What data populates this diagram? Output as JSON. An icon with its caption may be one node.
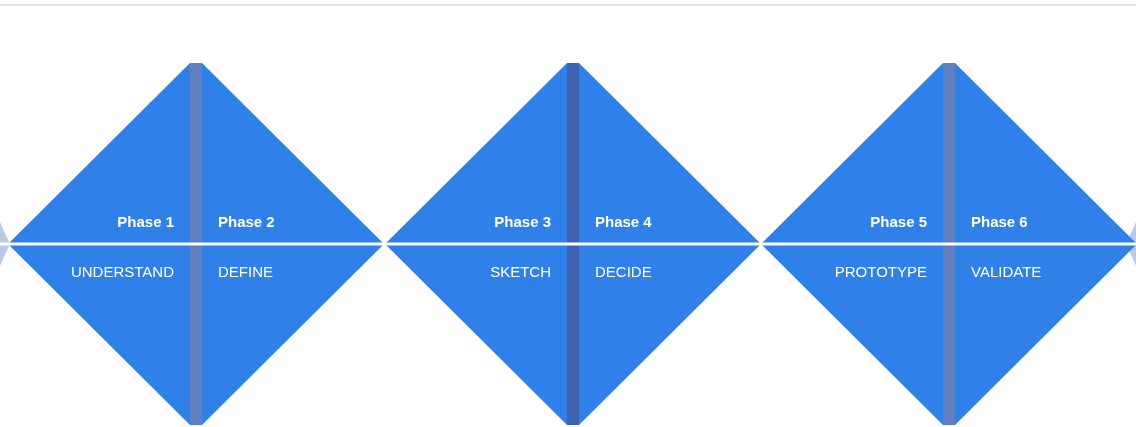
{
  "diagram": {
    "nodes": [
      {
        "text": [
          "Phase 1",
          "UNDERSTAND"
        ]
      },
      {
        "text": [
          "Phase 2",
          "DEFINE"
        ]
      },
      {
        "text": [
          "Phase 3",
          "SKETCH"
        ]
      },
      {
        "text": [
          "Phase 4",
          "DECIDE"
        ]
      },
      {
        "text": [
          "Phase 5",
          "PROTOTYPE"
        ]
      },
      {
        "text": [
          "Phase 6",
          "VALIDATE"
        ]
      }
    ],
    "edges": []
  }
}
